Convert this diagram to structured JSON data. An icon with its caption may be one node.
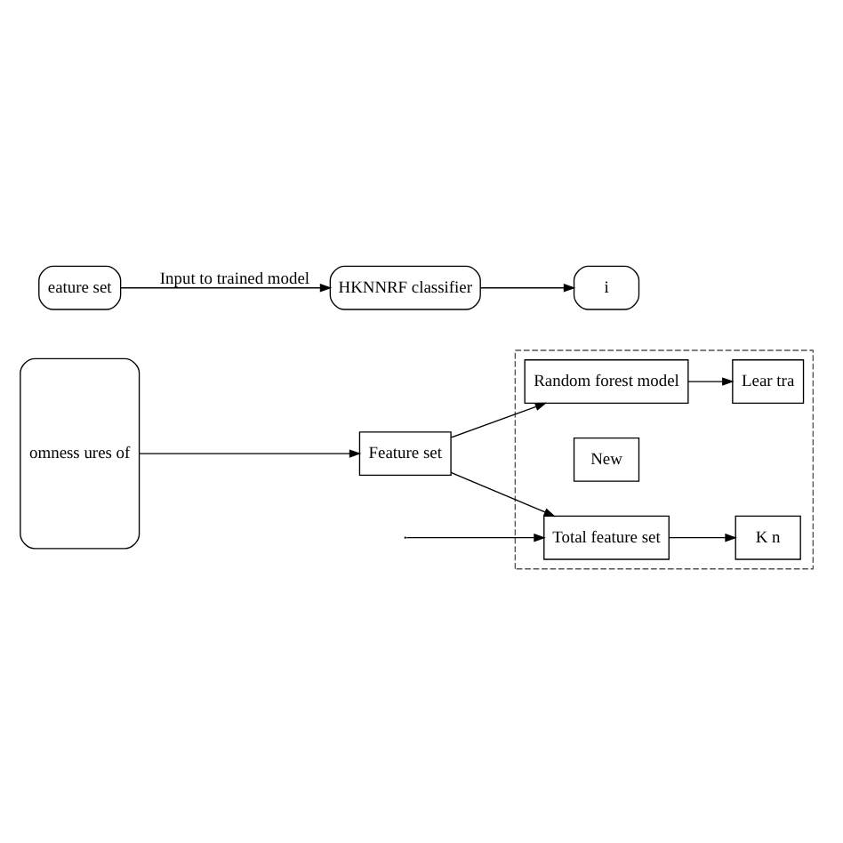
{
  "diagram": {
    "nodes": [
      {
        "text": [
          "omness ures of"
        ]
      },
      {
        "text": [
          "Feature set"
        ]
      },
      {
        "text": [],
        "shape": "box"
      },
      {
        "text": [
          "Random forest model"
        ],
        "in": 2
      },
      {
        "text": [
          "Lear tra"
        ],
        "in": 2
      },
      {
        "text": [
          "New"
        ],
        "in": 2
      },
      {
        "text": [
          "Total feature set"
        ],
        "in": 2
      },
      {
        "text": [
          "K n"
        ],
        "in": 2
      },
      {
        "text": [
          "eature set"
        ]
      },
      {
        "text": [
          "HKNNRF classifier"
        ]
      },
      {
        "text": [
          "i"
        ]
      }
    ],
    "edges": [
      {
        "from": 0,
        "to": 1,
        "arrow": "to"
      },
      {
        "from": 1,
        "to": 3,
        "arrow": "to"
      },
      {
        "from": 1,
        "to": 6,
        "arrow": "to"
      },
      {
        "from": 3,
        "to": 4,
        "arrow": "to"
      },
      {
        "from": null,
        "to": 6,
        "arrow": "to"
      },
      {
        "from": 6,
        "to": 7,
        "arrow": "to"
      },
      {
        "from": 8,
        "to": 9,
        "arrow": "to",
        "label": "Input to trained model"
      },
      {
        "from": 9,
        "to": 10,
        "arrow": "to"
      }
    ]
  }
}
